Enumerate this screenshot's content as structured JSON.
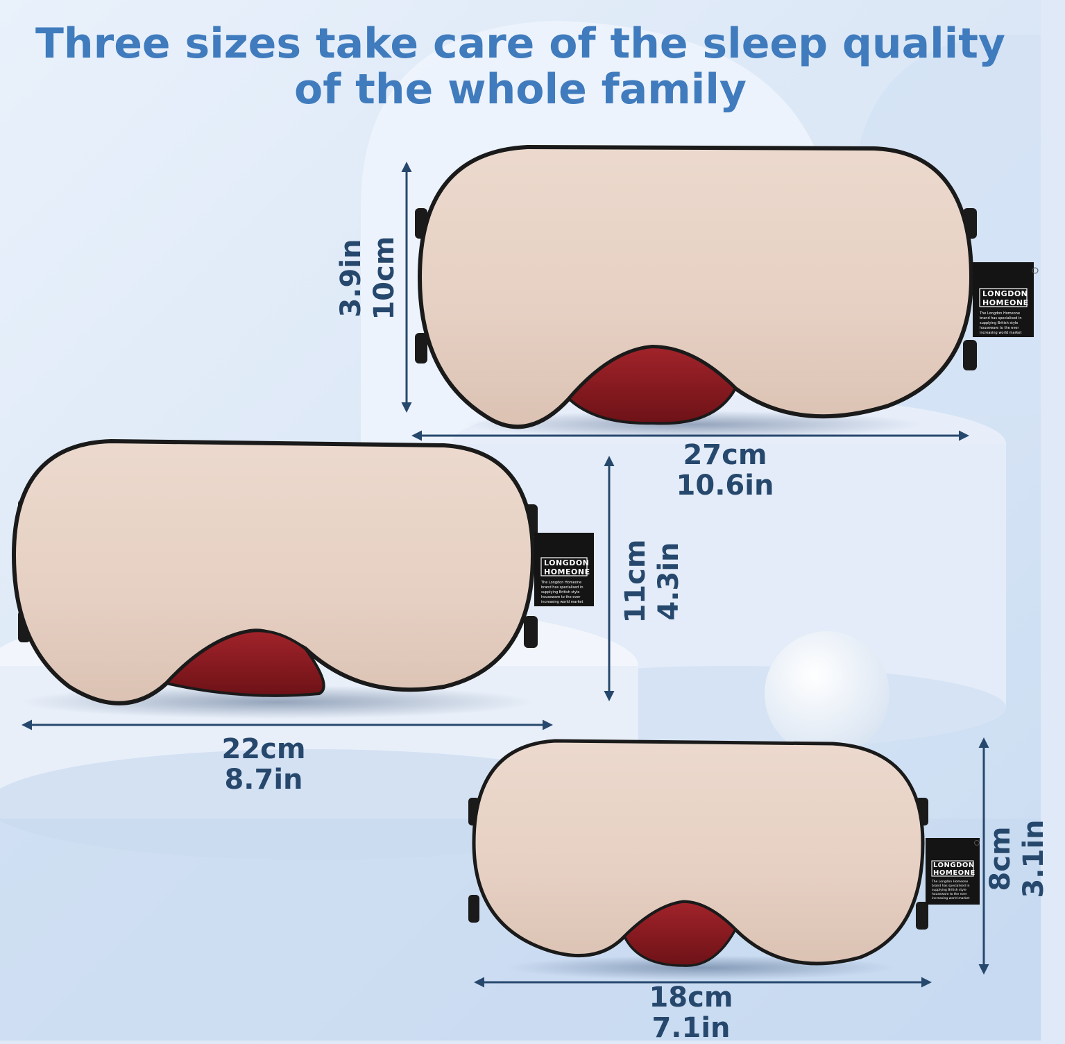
{
  "headline": {
    "line1": "Three sizes take care of the sleep quality",
    "line2": "of the whole family"
  },
  "masks": {
    "large": {
      "width_cm": "27cm",
      "width_in": "10.6in",
      "height_cm": "10cm",
      "height_in": "3.9in"
    },
    "medium": {
      "width_cm": "22cm",
      "width_in": "8.7in",
      "height_cm": "11cm",
      "height_in": "4.3in"
    },
    "small": {
      "width_cm": "18cm",
      "width_in": "7.1in",
      "height_cm": "8cm",
      "height_in": "3.1in"
    }
  },
  "label": {
    "brand_line1": "LONGDON",
    "brand_line2": "HOMEONE",
    "desc": "The Longdon Homeone brand has specialised in supplying British style houseware to the ever increasing world market"
  },
  "colors": {
    "title": "#3f7bbd",
    "dimension_text": "#27486d",
    "silk": "#e8d3c6",
    "lining": "#8f1a1f",
    "piping": "#1a1a1a"
  }
}
